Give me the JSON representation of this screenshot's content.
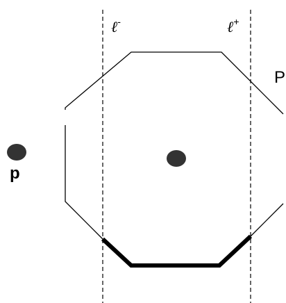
{
  "lines": {
    "left": {
      "symbol": "ℓ",
      "sup": "-"
    },
    "right": {
      "symbol": "ℓ",
      "sup": "+"
    }
  },
  "polygon": {
    "label": "P"
  },
  "point": {
    "label": "p"
  },
  "colors": {
    "stroke": "#000000",
    "fill_dot": "#333333"
  }
}
